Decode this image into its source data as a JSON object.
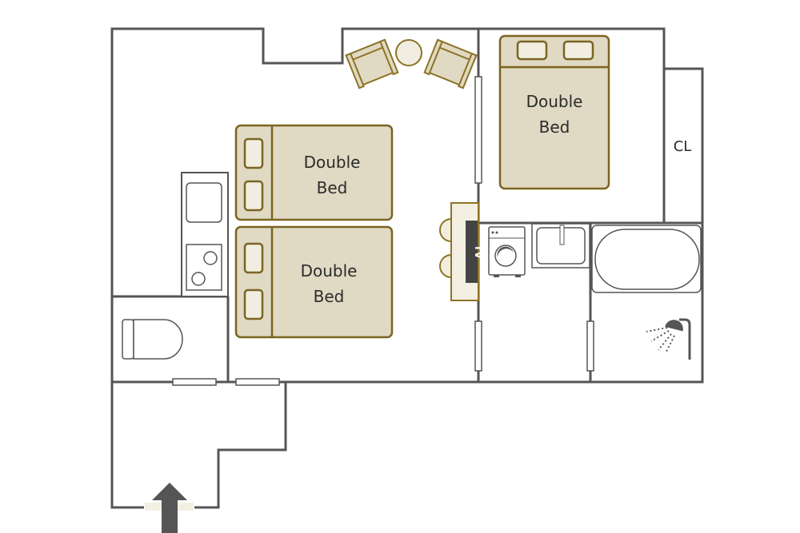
{
  "floorplan": {
    "colors": {
      "wall": "#555555",
      "bed_fill": "#e0d9c3",
      "bed_stroke": "#7a6420",
      "pillow_fill": "#f1eee1",
      "tv": "#444444",
      "entrance_arrow": "#555555"
    },
    "beds": [
      {
        "line1": "Double",
        "line2": "Bed"
      },
      {
        "line1": "Double",
        "line2": "Bed"
      },
      {
        "line1": "Double",
        "line2": "Bed"
      }
    ],
    "closet_label": "CL",
    "tv_label": "TV",
    "icons": [
      "armchair-icon",
      "round-table-icon",
      "kitchen-sink-icon",
      "stove-icon",
      "toilet-icon",
      "washing-machine-icon",
      "washbasin-icon",
      "bathtub-icon",
      "shower-icon",
      "entrance-arrow-icon"
    ]
  }
}
